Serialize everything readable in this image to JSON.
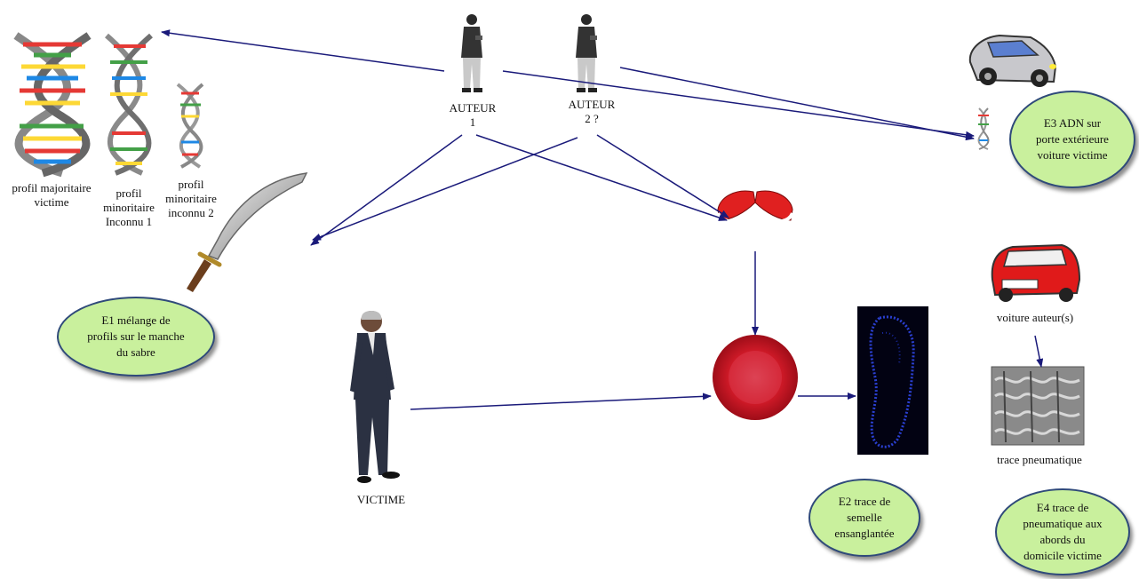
{
  "dna_profiles": [
    {
      "lines": [
        "profil majoritaire",
        "victime"
      ]
    },
    {
      "lines": [
        "profil",
        "minoritaire",
        "Inconnu 1"
      ]
    },
    {
      "lines": [
        "profil",
        "minoritaire",
        "inconnu 2"
      ]
    }
  ],
  "author1": {
    "lines": [
      "AUTEUR",
      "1"
    ]
  },
  "author2": {
    "lines": [
      "AUTEUR",
      "2 ?"
    ]
  },
  "victim": {
    "label": "VICTIME"
  },
  "car_author": {
    "label": "voiture auteur(s)"
  },
  "tire_trace": {
    "label": "trace pneumatique"
  },
  "bubbles": {
    "e1": {
      "lines": [
        "E1 mélange de",
        "profils sur le manche",
        "du sabre"
      ]
    },
    "e2": {
      "lines": [
        "E2 trace de",
        "semelle",
        "ensanglantée"
      ]
    },
    "e3": {
      "lines": [
        "E3 ADN sur",
        "porte extérieure",
        "voiture victime"
      ]
    },
    "e4": {
      "lines": [
        "E4 trace de",
        "pneumatique aux",
        "abords du",
        "domicile victime"
      ]
    }
  },
  "colors": {
    "arrow": "#1a1a7a",
    "bubble_fill": "#c9f09d",
    "blood": "#d81b2a",
    "car_victim": "#c8c8cc",
    "car_author": "#e01a1a"
  }
}
